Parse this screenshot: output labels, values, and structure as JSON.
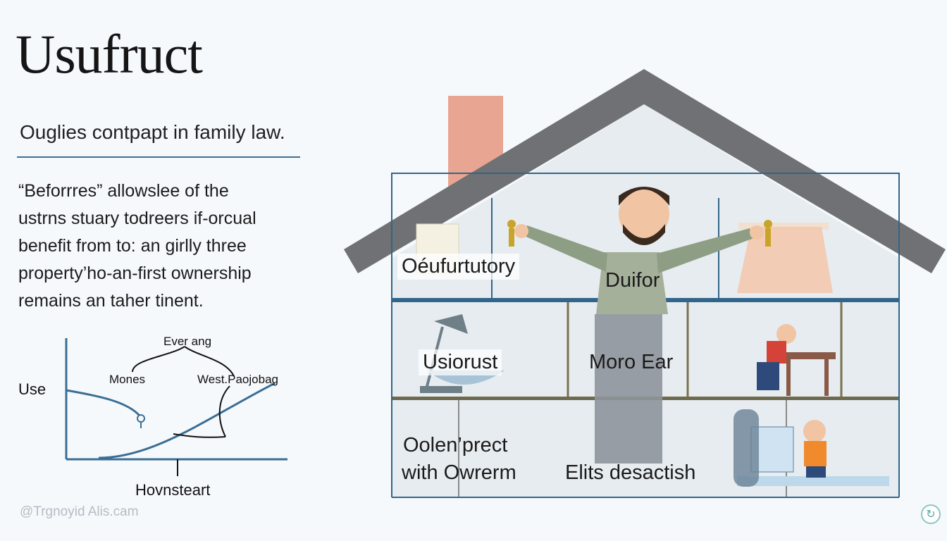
{
  "title": "Usufruct",
  "subtitle": "Ouglies contpapt in family law.",
  "body_lines": [
    "“Beforrres” allowslee of the",
    "ustrns stuary todreers if-orcual",
    "benefit from to: an girlly three",
    "property’ho-an-first ownership",
    "remains an taher tinent."
  ],
  "graph": {
    "y_label": "Use",
    "x_label": "Hovnsteart",
    "top_label": "Ever ang",
    "left_label": "Mones",
    "right_label": "West.Paojobag"
  },
  "house": {
    "labels": {
      "top_left": "Oéufurtutory",
      "top_center": "Duifor",
      "mid_left": "Usiorust",
      "mid_center": "Moro Ear",
      "bottom_left_1": "Oolen’prect",
      "bottom_left_2": "with Owrerm",
      "bottom_center": "Elits desactish"
    }
  },
  "watermark": "@Trgnoyid Alis.cam",
  "colors": {
    "accent_line": "#3e6f94",
    "roof": "#6f7174",
    "chimney": "#e8a591",
    "floor": "#31658a"
  }
}
